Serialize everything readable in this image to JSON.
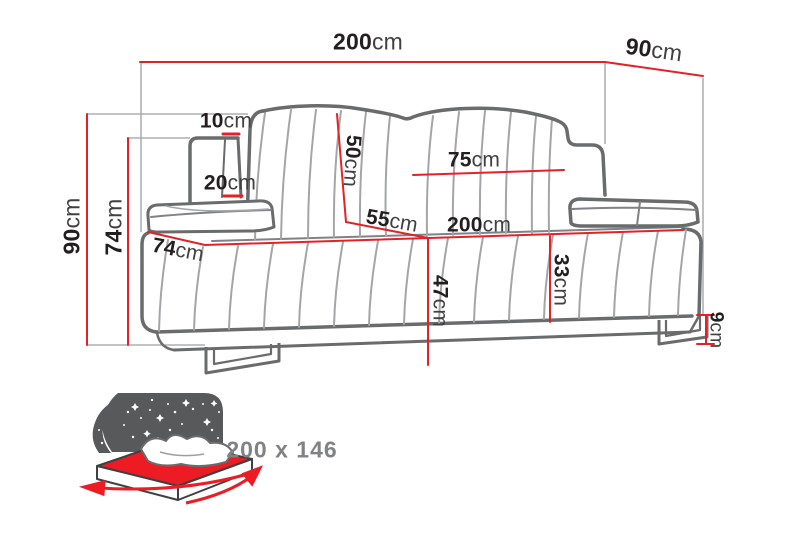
{
  "diagram": {
    "type": "sofa dimension drawing",
    "unit": "cm"
  },
  "dimensions": {
    "top_width": {
      "value": "200",
      "unit": "cm"
    },
    "depth": {
      "value": "90",
      "unit": "cm"
    },
    "total_height": {
      "value": "90",
      "unit": "cm"
    },
    "arm_height": {
      "value": "74",
      "unit": "cm"
    },
    "arm_top_width": {
      "value": "10",
      "unit": "cm"
    },
    "arm_width": {
      "value": "20",
      "unit": "cm"
    },
    "backrest_height": {
      "value": "50",
      "unit": "cm"
    },
    "back_cushion_width": {
      "value": "75",
      "unit": "cm"
    },
    "seat_depth": {
      "value": "55",
      "unit": "cm"
    },
    "seat_width": {
      "value": "200",
      "unit": "cm"
    },
    "seat_side_depth": {
      "value": "74",
      "unit": "cm"
    },
    "seat_height": {
      "value": "47",
      "unit": "cm"
    },
    "base_height": {
      "value": "33",
      "unit": "cm"
    },
    "leg_height": {
      "value": "9",
      "unit": "cm"
    }
  },
  "sleeping_area": {
    "label": "200 x 146"
  },
  "icons": [
    {
      "name": "sofa-bed-icon",
      "meaning": "fold-out sleeping function with night/stars headboard and red mattress with expand arrows"
    }
  ],
  "colors": {
    "dimension_red": "#e32227",
    "sofa_outline_gray": "#6a6b6d",
    "channel_gray": "#a3a5a8",
    "number_text": "#231f20",
    "unit_text": "#414042",
    "bed_icon_gray": "#58595b",
    "bed_icon_red": "#ed1c24",
    "sleeping_size_text": "#808285"
  }
}
